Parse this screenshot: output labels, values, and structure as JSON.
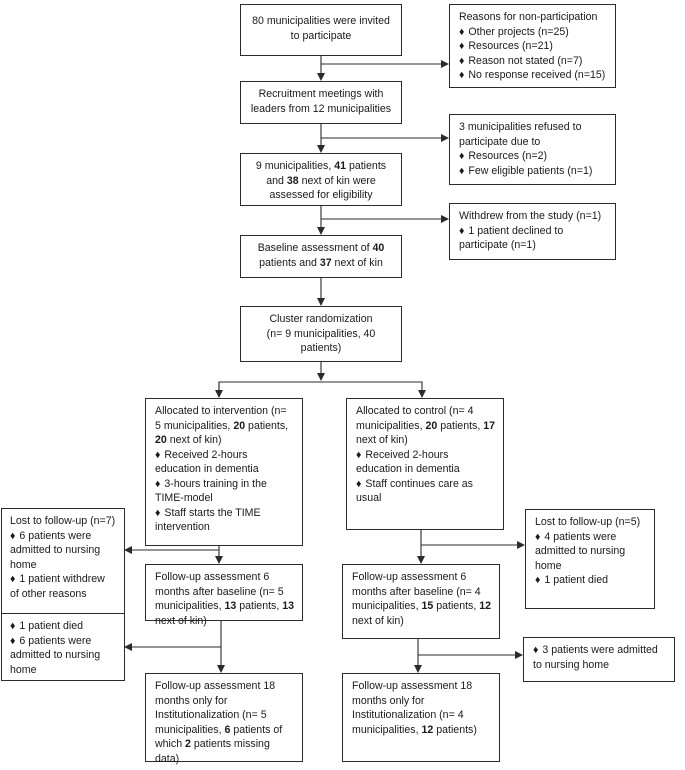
{
  "invite": {
    "text": "80 municipalities were invited to participate"
  },
  "nonpart": {
    "title": "Reasons for non-participation",
    "items": [
      "Other projects (n=25)",
      "Resources (n=21)",
      "Reason not stated (n=7)",
      "No response received (n=15)"
    ]
  },
  "recruit": {
    "text": "Recruitment meetings with leaders from 12 municipalities"
  },
  "refused": {
    "title": "3 municipalities refused to participate due to",
    "items": [
      "Resources (n=2)",
      "Few eligible patients (n=1)"
    ]
  },
  "elig": {
    "a": "9 municipalities, ",
    "b": "41",
    "c": " patients and ",
    "d": "38",
    "e": " next of kin were assessed for eligibility"
  },
  "withdrew": {
    "title": "Withdrew from the study (n=1)",
    "item": "1 patient declined to participate (n=1)"
  },
  "baseline": {
    "a": "Baseline assessment of ",
    "b": "40",
    "c": " patients and ",
    "d": "37",
    "e": " next of kin"
  },
  "cluster": {
    "line1": "Cluster randomization",
    "line2": "(n= 9 municipalities, 40 patients)"
  },
  "int_alloc": {
    "a": "Allocated to intervention (n= 5 municipalities, ",
    "b": "20",
    "c": " patients, ",
    "d": "20",
    "e": " next of kin)",
    "items": [
      "Received 2-hours education in dementia",
      "3-hours training in the TIME-model",
      "Staff starts the TIME intervention"
    ]
  },
  "ctl_alloc": {
    "a": "Allocated to control (n= 4 municipalities, ",
    "b": "20",
    "c": " patients, ",
    "d": "17",
    "e": " next of kin)",
    "items": [
      "Received 2-hours education in dementia",
      "Staff continues care as usual"
    ]
  },
  "int_lost": {
    "title": "Lost to follow-up (n=7)",
    "items": [
      "6 patients were admitted to nursing home",
      "1 patient withdrew of other reasons"
    ]
  },
  "ctl_lost": {
    "title": "Lost to follow-up (n=5)",
    "items": [
      "4 patients were admitted to nursing home",
      "1 patient died"
    ]
  },
  "int_fu6": {
    "a": "Follow-up assessment 6 months after baseline (n= 5 municipalities, ",
    "b": "13",
    "c": " patients, ",
    "d": "13",
    "e": " next of kin)"
  },
  "ctl_fu6": {
    "a": "Follow-up assessment 6 months after baseline (n= 4 municipalities, ",
    "b": "15",
    "c": " patients, ",
    "d": "12",
    "e": " next of kin)"
  },
  "int_lost2": {
    "items": [
      "1 patient died",
      "6 patients were admitted to nursing home"
    ]
  },
  "ctl_lost2": {
    "items": [
      "3 patients were admitted to nursing home"
    ]
  },
  "int_fu18": {
    "a": "Follow-up assessment 18 months only for Institutionalization (n= 5 municipalities, ",
    "b": "6",
    "c": " patients of which ",
    "d": "2",
    "e": " patients missing data)"
  },
  "ctl_fu18": {
    "a": "Follow-up assessment 18 months only for Institutionalization (n= 4 municipalities, ",
    "b": "12",
    "c": " patients)"
  }
}
